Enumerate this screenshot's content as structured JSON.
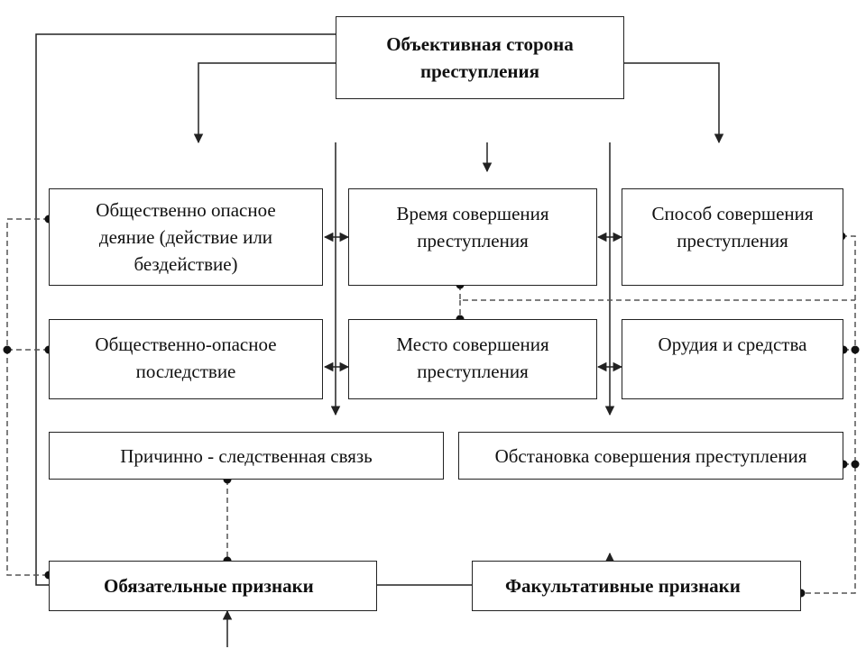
{
  "diagram": {
    "root": "Объективная сторона\nпреступления",
    "boxes": {
      "deed": "Общественно опасное\nдеяние (действие или\nбездействие)",
      "time": "Время совершения\nпреступления",
      "method": "Способ совершения\nпреступления",
      "consequence": "Общественно-опасное\nпоследствие",
      "place": "Место совершения\nпреступления",
      "tools": "Орудия и средства",
      "causal": "Причинно - следственная связь",
      "setting": "Обстановка совершения преступления",
      "mandatory": "Обязательные признаки",
      "optional": "Факультативные признаки"
    }
  }
}
